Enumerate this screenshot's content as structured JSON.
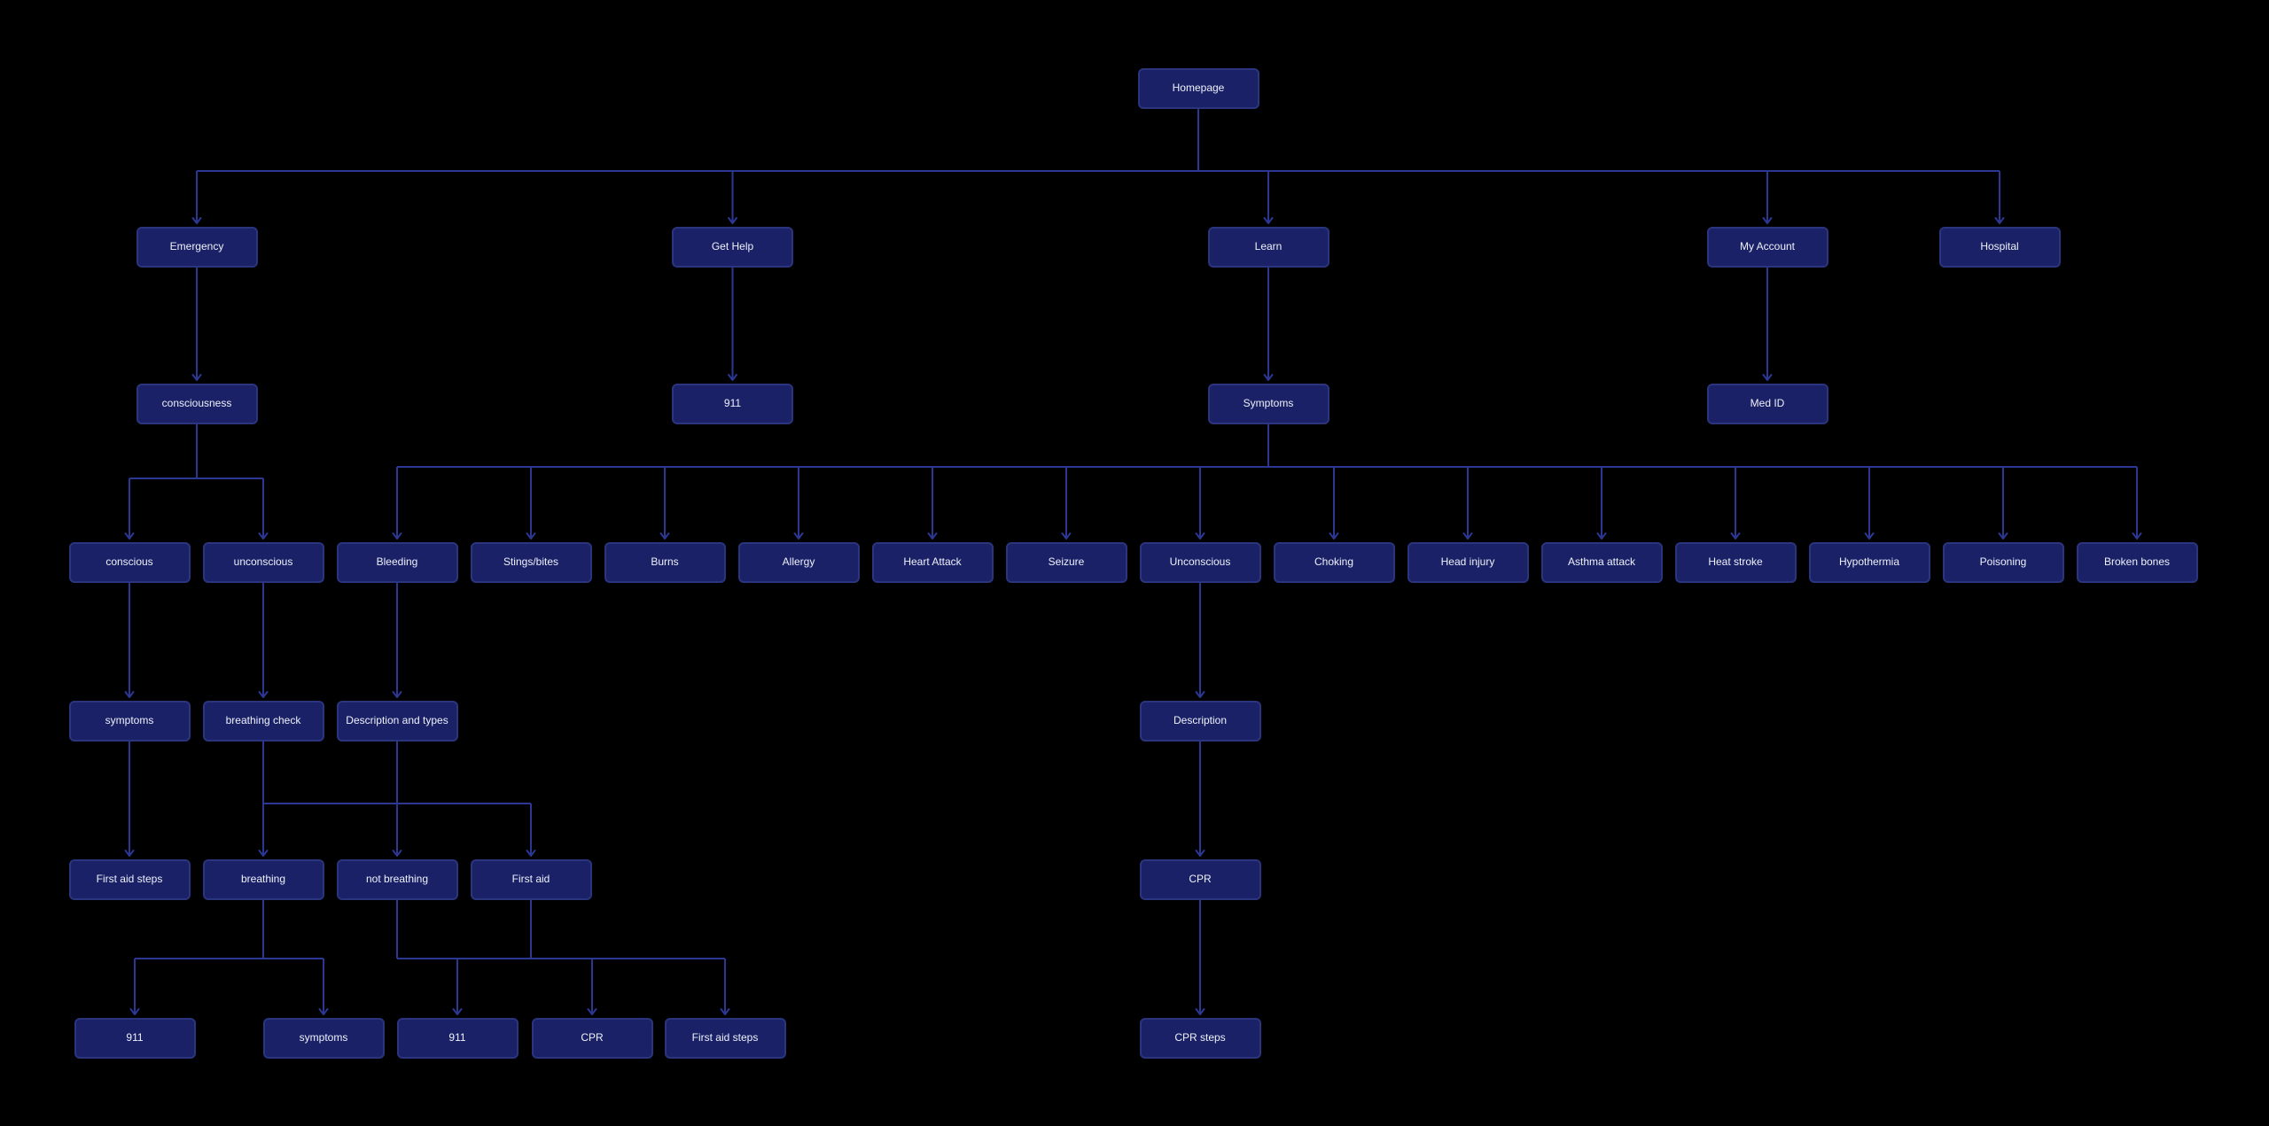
{
  "colors": {
    "canvas_bg": "#000000",
    "node_fill": "#1a2166",
    "node_border": "#2b357e",
    "node_text": "#eef1fb",
    "connector": "#2c3794"
  },
  "nodes": [
    {
      "id": "homepage",
      "label": "Homepage"
    },
    {
      "id": "emergency",
      "label": "Emergency"
    },
    {
      "id": "get-help",
      "label": "Get Help"
    },
    {
      "id": "learn",
      "label": "Learn"
    },
    {
      "id": "my-account",
      "label": "My Account"
    },
    {
      "id": "hospital",
      "label": "Hospital"
    },
    {
      "id": "consciousness",
      "label": "consciousness"
    },
    {
      "id": "911-get-help",
      "label": "911"
    },
    {
      "id": "symptoms-learn",
      "label": "Symptoms"
    },
    {
      "id": "med-id",
      "label": "Med ID"
    },
    {
      "id": "conscious",
      "label": "conscious"
    },
    {
      "id": "unconscious",
      "label": "unconscious"
    },
    {
      "id": "bleeding",
      "label": "Bleeding"
    },
    {
      "id": "stings-bites",
      "label": "Stings/bites"
    },
    {
      "id": "burns",
      "label": "Burns"
    },
    {
      "id": "allergy",
      "label": "Allergy"
    },
    {
      "id": "heart-attack",
      "label": "Heart Attack"
    },
    {
      "id": "seizure",
      "label": "Seizure"
    },
    {
      "id": "unconscious-topic",
      "label": "Unconscious"
    },
    {
      "id": "choking",
      "label": "Choking"
    },
    {
      "id": "head-injury",
      "label": "Head injury"
    },
    {
      "id": "asthma-attack",
      "label": "Asthma attack"
    },
    {
      "id": "heat-stroke",
      "label": "Heat stroke"
    },
    {
      "id": "hypothermia",
      "label": "Hypothermia"
    },
    {
      "id": "poisoning",
      "label": "Poisoning"
    },
    {
      "id": "broken-bones",
      "label": "Broken bones"
    },
    {
      "id": "symptoms-conscious",
      "label": "symptoms"
    },
    {
      "id": "breathing-check",
      "label": "breathing check"
    },
    {
      "id": "description-and-types",
      "label": "Description and types"
    },
    {
      "id": "description",
      "label": "Description"
    },
    {
      "id": "first-aid-steps-conscious",
      "label": "First aid steps"
    },
    {
      "id": "breathing",
      "label": "breathing"
    },
    {
      "id": "not-breathing",
      "label": "not breathing"
    },
    {
      "id": "first-aid",
      "label": "First aid"
    },
    {
      "id": "cpr",
      "label": "CPR"
    },
    {
      "id": "911-breathing",
      "label": "911"
    },
    {
      "id": "symptoms-breathing",
      "label": "symptoms"
    },
    {
      "id": "911-first-aid",
      "label": "911"
    },
    {
      "id": "cpr-first-aid",
      "label": "CPR"
    },
    {
      "id": "first-aid-steps-first-aid",
      "label": "First aid steps"
    },
    {
      "id": "cpr-steps",
      "label": "CPR steps"
    }
  ],
  "edges": [
    [
      "homepage",
      "emergency"
    ],
    [
      "homepage",
      "get-help"
    ],
    [
      "homepage",
      "learn"
    ],
    [
      "homepage",
      "my-account"
    ],
    [
      "homepage",
      "hospital"
    ],
    [
      "emergency",
      "consciousness"
    ],
    [
      "get-help",
      "911-get-help"
    ],
    [
      "learn",
      "symptoms-learn"
    ],
    [
      "my-account",
      "med-id"
    ],
    [
      "consciousness",
      "conscious"
    ],
    [
      "consciousness",
      "unconscious"
    ],
    [
      "symptoms-learn",
      "bleeding"
    ],
    [
      "symptoms-learn",
      "stings-bites"
    ],
    [
      "symptoms-learn",
      "burns"
    ],
    [
      "symptoms-learn",
      "allergy"
    ],
    [
      "symptoms-learn",
      "heart-attack"
    ],
    [
      "symptoms-learn",
      "seizure"
    ],
    [
      "symptoms-learn",
      "unconscious-topic"
    ],
    [
      "symptoms-learn",
      "choking"
    ],
    [
      "symptoms-learn",
      "head-injury"
    ],
    [
      "symptoms-learn",
      "asthma-attack"
    ],
    [
      "symptoms-learn",
      "heat-stroke"
    ],
    [
      "symptoms-learn",
      "hypothermia"
    ],
    [
      "symptoms-learn",
      "poisoning"
    ],
    [
      "symptoms-learn",
      "broken-bones"
    ],
    [
      "conscious",
      "symptoms-conscious"
    ],
    [
      "unconscious",
      "breathing-check"
    ],
    [
      "bleeding",
      "description-and-types"
    ],
    [
      "unconscious-topic",
      "description"
    ],
    [
      "symptoms-conscious",
      "first-aid-steps-conscious"
    ],
    [
      "breathing-check",
      "breathing"
    ],
    [
      "breathing-check",
      "first-aid"
    ],
    [
      "description-and-types",
      "not-breathing"
    ],
    [
      "description",
      "cpr"
    ],
    [
      "breathing",
      "911-breathing"
    ],
    [
      "breathing",
      "symptoms-breathing"
    ],
    [
      "not-breathing",
      "911-first-aid"
    ],
    [
      "not-breathing",
      "cpr-first-aid"
    ],
    [
      "not-breathing",
      "first-aid-steps-first-aid"
    ],
    [
      "first-aid",
      "911-first-aid"
    ],
    [
      "first-aid",
      "cpr-first-aid"
    ],
    [
      "first-aid",
      "first-aid-steps-first-aid"
    ],
    [
      "cpr",
      "cpr-steps"
    ]
  ]
}
